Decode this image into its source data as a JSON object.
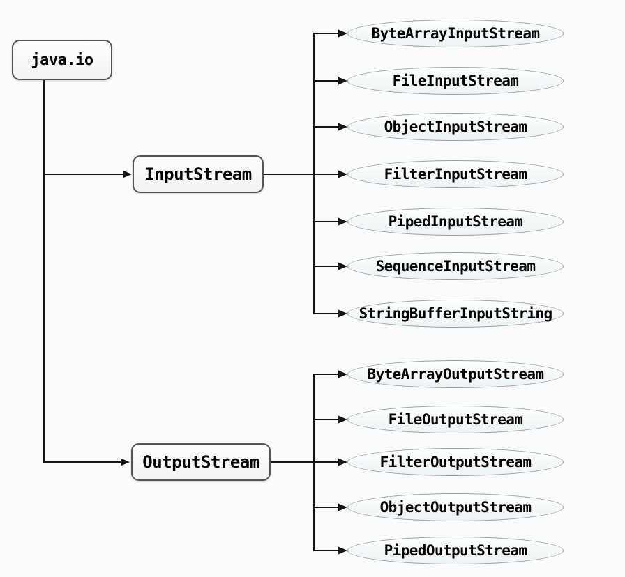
{
  "diagram": {
    "root": {
      "label": "java.io"
    },
    "parents": {
      "input": {
        "label": "InputStream"
      },
      "output": {
        "label": "OutputStream"
      }
    },
    "input_children": [
      {
        "label": "ByteArrayInputStream"
      },
      {
        "label": "FileInputStream"
      },
      {
        "label": "ObjectInputStream"
      },
      {
        "label": "FilterInputStream"
      },
      {
        "label": "PipedInputStream"
      },
      {
        "label": "SequenceInputStream"
      },
      {
        "label": "StringBufferInputString"
      }
    ],
    "output_children": [
      {
        "label": "ByteArrayOutputStream"
      },
      {
        "label": "FileOutputStream"
      },
      {
        "label": "FilterOutputStream"
      },
      {
        "label": "ObjectOutputStream"
      },
      {
        "label": "PipedOutputStream"
      }
    ],
    "colors": {
      "background": "#fafafa",
      "connector_line": "#151515",
      "box_border": "#555555",
      "box_fill": "#f5f5f5",
      "ellipse_border": "#9aa2a7",
      "ellipse_fill": "#f3f6f6",
      "text": "#000000"
    }
  }
}
